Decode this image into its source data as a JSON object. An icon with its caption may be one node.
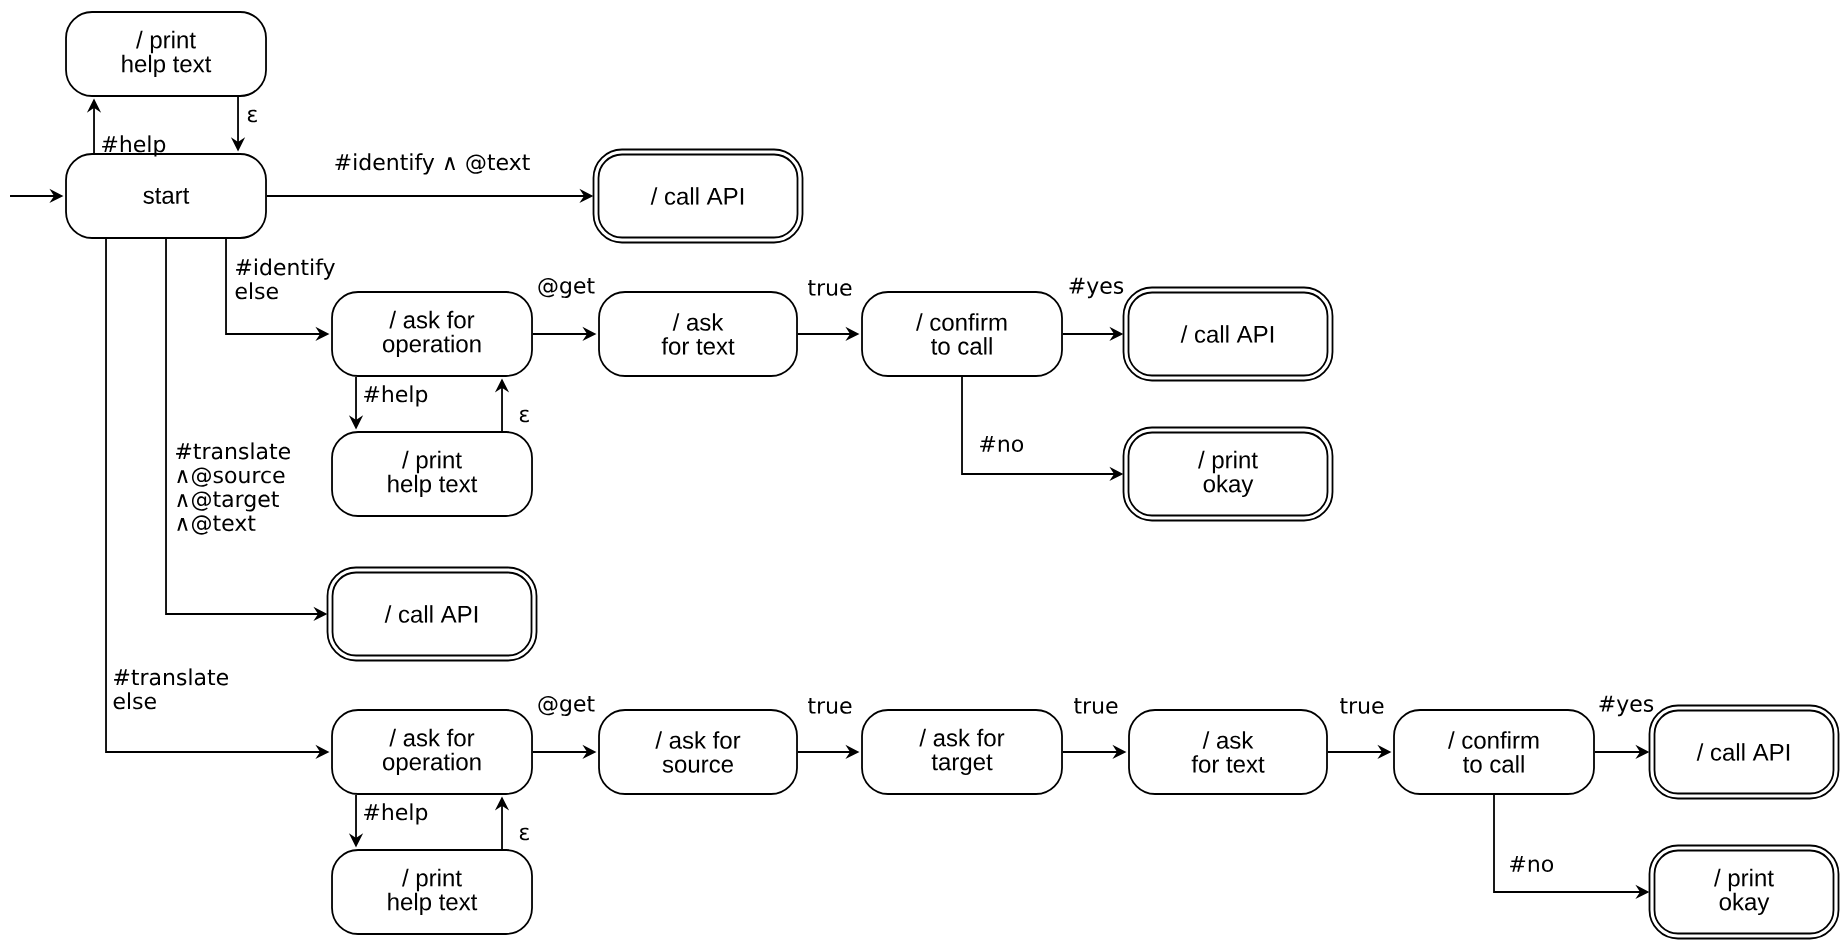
{
  "diagram": {
    "nodes": [
      {
        "text": [
          "/ print help text"
        ]
      },
      {
        "text": [
          "start"
        ]
      },
      {
        "text": [
          "/ call API"
        ]
      },
      {
        "text": [
          "/ ask for operation"
        ]
      },
      {
        "text": [
          "/ ask for text"
        ]
      },
      {
        "text": [
          "/ confirm to call"
        ]
      },
      {
        "text": [
          "/ call API"
        ]
      },
      {
        "text": [
          "/ print okay"
        ]
      },
      {
        "text": [
          "/ print help text"
        ]
      },
      {
        "text": [
          "/ call API"
        ]
      },
      {
        "text": [
          "/ ask for operation"
        ]
      },
      {
        "text": [
          "/ ask for source"
        ]
      },
      {
        "text": [
          "/ ask for target"
        ]
      },
      {
        "text": [
          "/ ask for text"
        ]
      },
      {
        "text": [
          "/ confirm to call"
        ]
      },
      {
        "text": [
          "/ call API"
        ]
      },
      {
        "text": [
          "/ print okay"
        ]
      },
      {
        "text": [
          "/ print help text"
        ]
      }
    ],
    "edges": [
      {
        "from": null,
        "to": 1,
        "arrow": "to"
      },
      {
        "from": 1,
        "to": 0,
        "arrow": "to",
        "label": "#help"
      },
      {
        "from": 0,
        "to": 1,
        "arrow": "to",
        "label": "ε"
      },
      {
        "from": 1,
        "to": 2,
        "arrow": "to",
        "label": "#identify ∧ @text"
      },
      {
        "from": 1,
        "to": 3,
        "arrow": "to",
        "label": "#identify else"
      },
      {
        "from": 3,
        "to": 4,
        "arrow": "to",
        "label": "@get"
      },
      {
        "from": 4,
        "to": 5,
        "arrow": "to",
        "label": "true"
      },
      {
        "from": 5,
        "to": 6,
        "arrow": "to",
        "label": "#yes"
      },
      {
        "from": 5,
        "to": 7,
        "arrow": "to",
        "label": "#no"
      },
      {
        "from": 3,
        "to": 8,
        "arrow": "to",
        "label": "#help"
      },
      {
        "from": 8,
        "to": 3,
        "arrow": "to",
        "label": "ε"
      },
      {
        "from": 1,
        "to": 9,
        "arrow": "to",
        "label": "#translate ∧@source ∧@target ∧@text"
      },
      {
        "from": 1,
        "to": 10,
        "arrow": "to",
        "label": "#translate else"
      },
      {
        "from": 10,
        "to": 11,
        "arrow": "to",
        "label": "@get"
      },
      {
        "from": 11,
        "to": 12,
        "arrow": "to",
        "label": "true"
      },
      {
        "from": 12,
        "to": 13,
        "arrow": "to",
        "label": "true"
      },
      {
        "from": 13,
        "to": 14,
        "arrow": "to",
        "label": "true"
      },
      {
        "from": 14,
        "to": 15,
        "arrow": "to",
        "label": "#yes"
      },
      {
        "from": 14,
        "to": 16,
        "arrow": "to",
        "label": "#no"
      },
      {
        "from": 10,
        "to": 17,
        "arrow": "to",
        "label": "#help"
      },
      {
        "from": 17,
        "to": 10,
        "arrow": "to",
        "label": "ε"
      }
    ]
  }
}
